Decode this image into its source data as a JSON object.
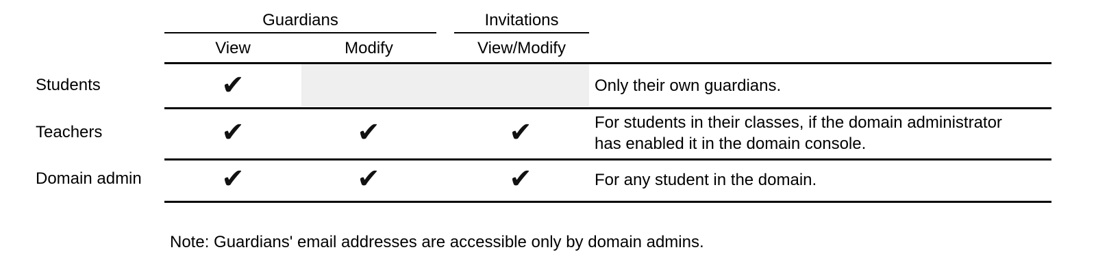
{
  "table": {
    "group_headers": [
      {
        "label": "Guardians"
      },
      {
        "label": "Invitations"
      }
    ],
    "column_headers": [
      {
        "label": "View"
      },
      {
        "label": "Modify"
      },
      {
        "label": "View/Modify"
      }
    ],
    "check_glyph": "✔",
    "shade_color": "#efefef",
    "rule_color": "#000000",
    "rows": [
      {
        "label": "Students",
        "guardians_view": "✔",
        "guardians_modify": "",
        "invitations_view_modify": "",
        "note": "Only their own guardians."
      },
      {
        "label": "Teachers",
        "guardians_view": "✔",
        "guardians_modify": "✔",
        "invitations_view_modify": "✔",
        "note": "For students in their classes, if the domain administrator\nhas enabled it in the domain console."
      },
      {
        "label": "Domain admin",
        "guardians_view": "✔",
        "guardians_modify": "✔",
        "invitations_view_modify": "✔",
        "note": "For any student in the domain."
      }
    ]
  },
  "footnote": "Note: Guardians' email addresses are accessible only by domain admins."
}
